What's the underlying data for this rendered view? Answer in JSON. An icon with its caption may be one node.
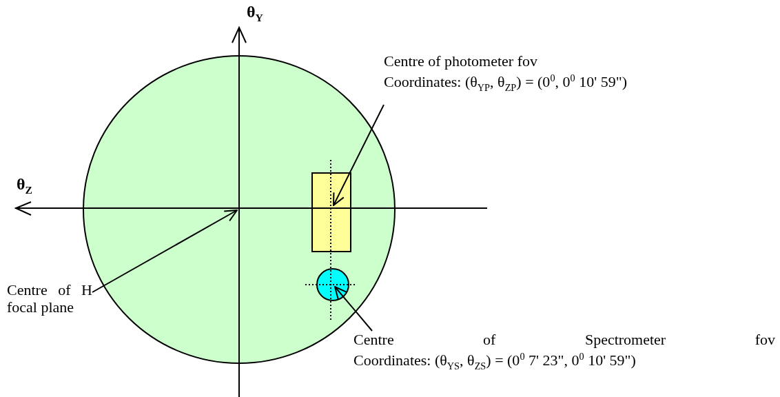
{
  "diagram": {
    "nodes": [
      {
        "text": [
          "Centre of photometer fov",
          "Coordinates: (θ$_{YP}$, θ$_{ZP}$) = (0$^{0}$, 0$^{0}$ 10' 59\")"
        ]
      },
      {
        "text": [],
        "shape": "circle"
      },
      {
        "text": [],
        "shape": "box",
        "in": 1
      },
      {
        "text": [],
        "shape": "circle",
        "in": 1
      },
      {
        "text": [
          "Centre of H focal plane"
        ]
      },
      {
        "text": [
          "Centre of Spectrometer fov",
          "Coordinates: (θ$_{YS}$, θ$_{ZS}$) = (0$^{0}$ 7' 23\", 0$^{0}$ 10' 59\")"
        ]
      }
    ],
    "edges": [
      {
        "from": 0,
        "to": 2,
        "arrow": "to"
      },
      {
        "from": 4,
        "to": 1,
        "arrow": "to"
      },
      {
        "from": 5,
        "to": 3,
        "arrow": "to"
      }
    ],
    "labels": [
      "θ$_{Y}$",
      "θ$_{Z}$"
    ]
  }
}
